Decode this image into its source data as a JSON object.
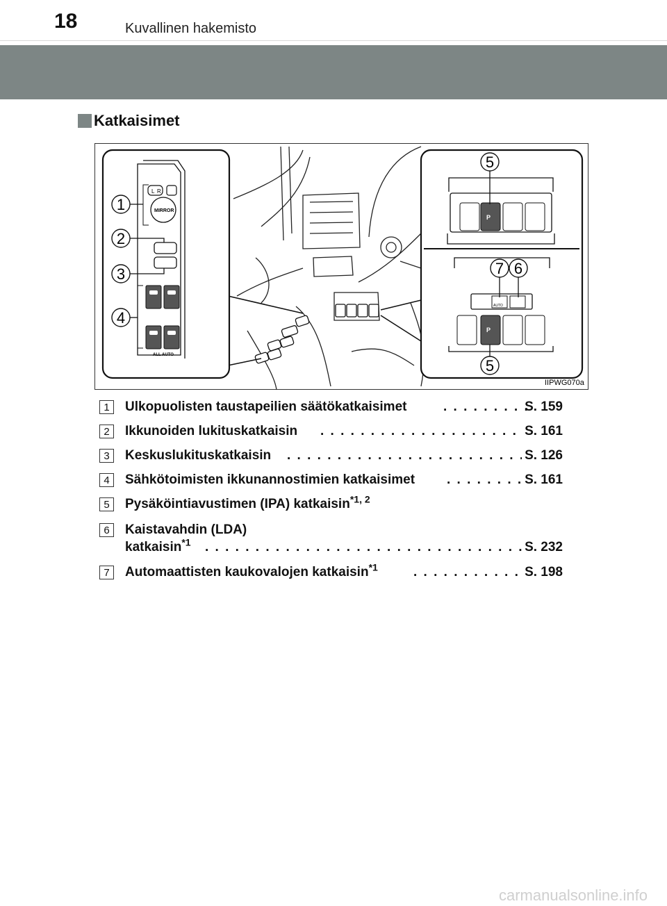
{
  "header": {
    "page_number": "18",
    "title": "Kuvallinen hakemisto"
  },
  "section": {
    "title": "Katkaisimet"
  },
  "figure": {
    "image_code": "IIPWG070a",
    "callouts": [
      "1",
      "2",
      "3",
      "4",
      "5",
      "6",
      "7"
    ],
    "switch_texts": {
      "mirror": "MIRROR",
      "left": "L",
      "right": "R",
      "all_auto": "ALL AUTO",
      "auto": "AUTO",
      "park": "P"
    }
  },
  "items": [
    {
      "num": "1",
      "label": "Ulkopuolisten taustapeilien säätökatkaisimet",
      "sup": "",
      "page": "S. 159"
    },
    {
      "num": "2",
      "label": "Ikkunoiden lukituskatkaisin",
      "sup": "",
      "page": "S. 161"
    },
    {
      "num": "3",
      "label": "Keskuslukituskatkaisin",
      "sup": "",
      "page": "S. 126"
    },
    {
      "num": "4",
      "label": "Sähkötoimisten ikkunannostimien katkaisimet",
      "sup": "",
      "page": "S. 161"
    },
    {
      "num": "5",
      "label": "Pysäköintiavustimen (IPA) katkaisin",
      "sup": "*1, 2",
      "page": ""
    },
    {
      "num": "6",
      "label": "Kaistavahdin (LDA)",
      "label2": "katkaisin",
      "sup": "*1",
      "page": "S. 232"
    },
    {
      "num": "7",
      "label": "Automaattisten kaukovalojen katkaisin",
      "sup": "*1",
      "page": "S. 198"
    }
  ],
  "watermark": "carmanualsonline.info"
}
